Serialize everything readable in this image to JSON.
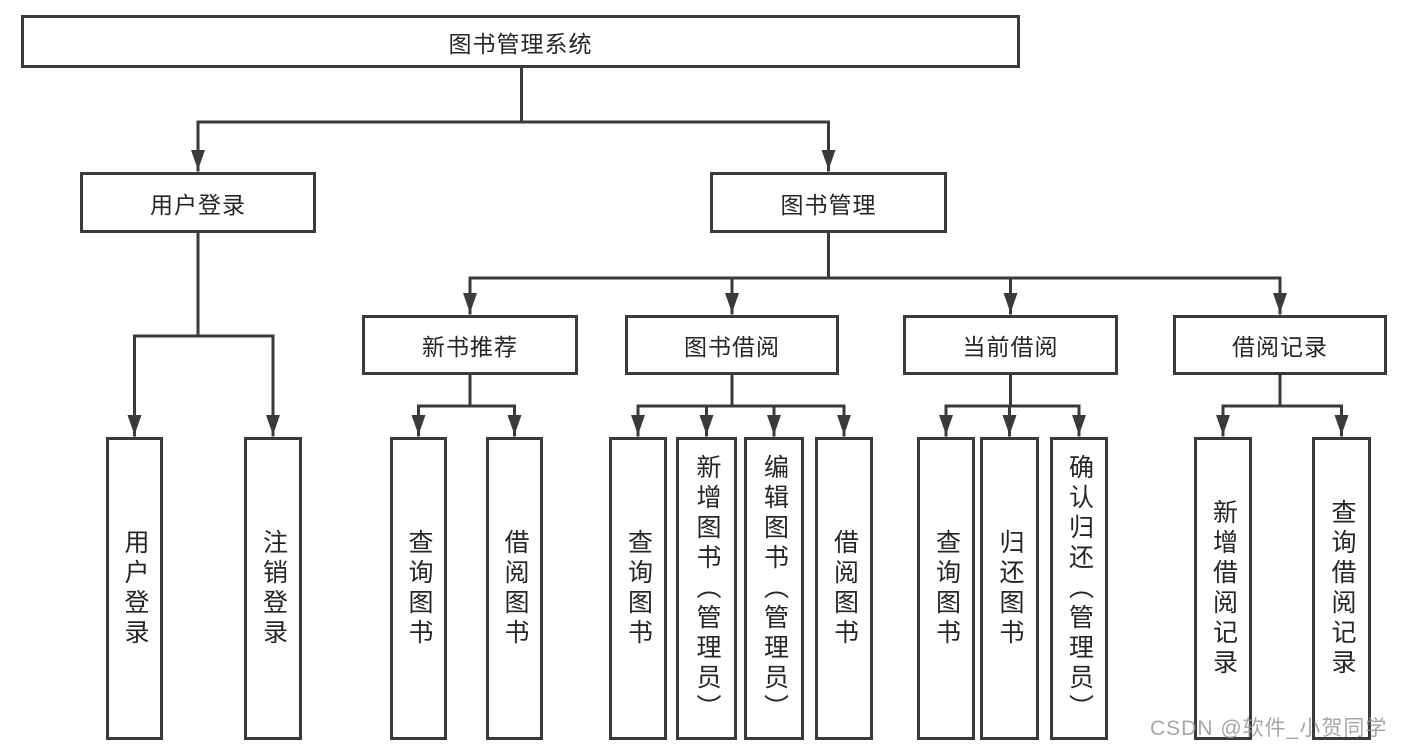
{
  "tree": {
    "label": "图书管理系统",
    "children": [
      {
        "label": "用户登录",
        "children": [
          {
            "label": "用户登录"
          },
          {
            "label": "注销登录"
          }
        ]
      },
      {
        "label": "图书管理",
        "children": [
          {
            "label": "新书推荐",
            "children": [
              {
                "label": "查询图书"
              },
              {
                "label": "借阅图书"
              }
            ]
          },
          {
            "label": "图书借阅",
            "children": [
              {
                "label": "查询图书"
              },
              {
                "label": "新增图书（管理员）"
              },
              {
                "label": "编辑图书（管理员）"
              },
              {
                "label": "借阅图书"
              }
            ]
          },
          {
            "label": "当前借阅",
            "children": [
              {
                "label": "查询图书"
              },
              {
                "label": "归还图书"
              },
              {
                "label": "确认归还（管理员）"
              }
            ]
          },
          {
            "label": "借阅记录",
            "children": [
              {
                "label": "新增借阅记录"
              },
              {
                "label": "查询借阅记录"
              }
            ]
          }
        ]
      }
    ]
  },
  "watermark": {
    "text": "CSDN @软件_小贺同学"
  },
  "colors": {
    "line": "#3a3a3a",
    "text": "#262626",
    "background": "#ffffff",
    "watermark": "#969696"
  }
}
